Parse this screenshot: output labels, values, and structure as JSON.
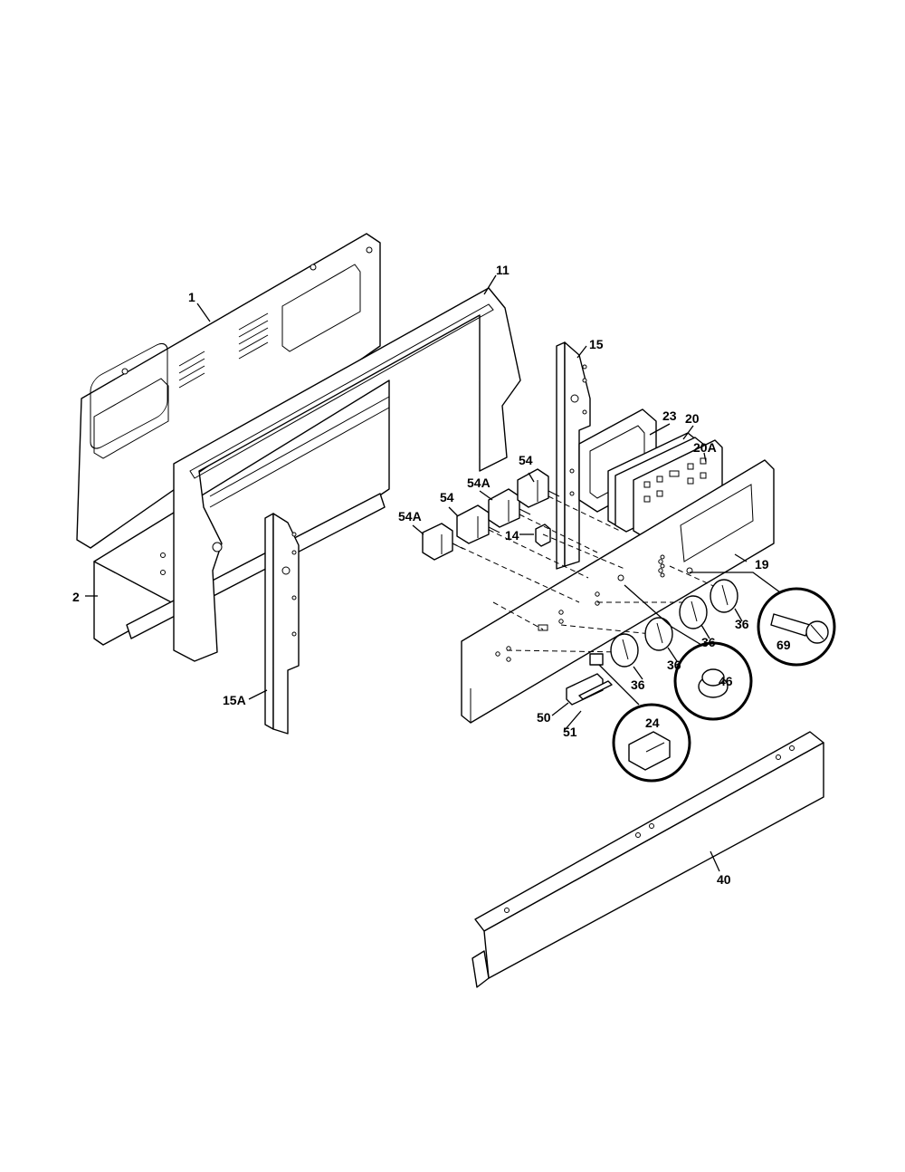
{
  "labels": {
    "p1": "1",
    "p2": "2",
    "p11": "11",
    "p14": "14",
    "p15": "15",
    "p15A": "15A",
    "p19": "19",
    "p20": "20",
    "p20A": "20A",
    "p23": "23",
    "p24": "24",
    "p36a": "36",
    "p36b": "36",
    "p36c": "36",
    "p36d": "36",
    "p40": "40",
    "p46": "46",
    "p50": "50",
    "p51": "51",
    "p54a": "54",
    "p54b": "54",
    "p54Aa": "54A",
    "p54Ab": "54A",
    "p69": "69"
  }
}
